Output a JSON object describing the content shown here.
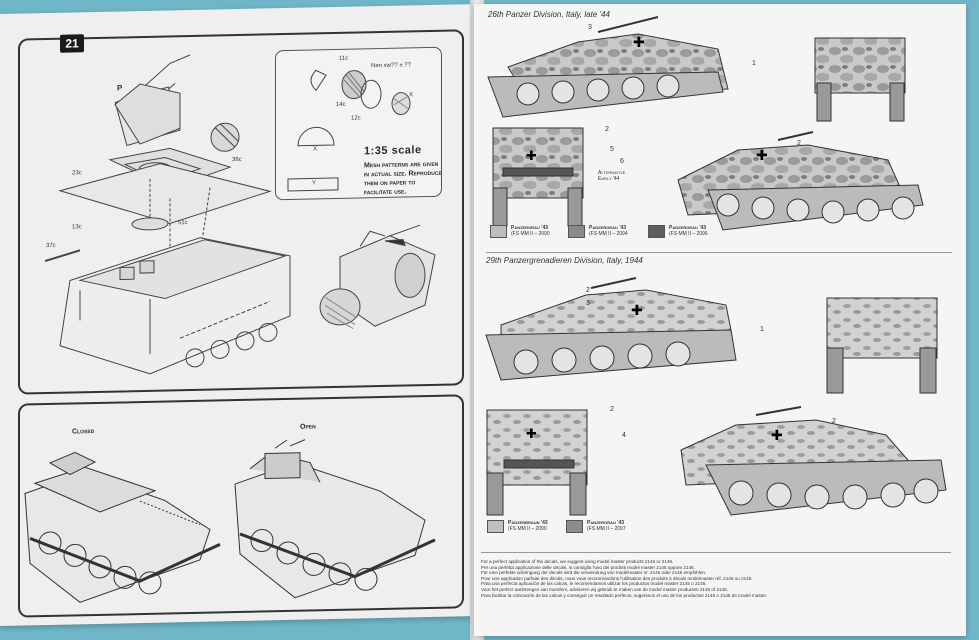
{
  "left_page": {
    "step_number": "21",
    "callout": {
      "scale_title": "1:35 scale",
      "scale_text": "Mesh patterns are given in actual size. Reproduce them on paper to facilitate use.",
      "part_labels": [
        "11c",
        "14c",
        "12c",
        "X",
        "Y"
      ],
      "question": "Nen xw?? ± ??"
    },
    "part_labels": [
      "P",
      "23c",
      "36c",
      "13c",
      "51c",
      "37c"
    ],
    "bottom_panel": {
      "closed_label": "Closed",
      "open_label": "Open"
    }
  },
  "right_page": {
    "section1": {
      "title": "26th Panzer Division, Italy, late '44",
      "alt_label": "Alternative Early '44",
      "numbers": [
        "3",
        "1",
        "2",
        "5",
        "6",
        "2"
      ],
      "swatches": [
        {
          "name": "Panzergrau '43",
          "code": "(FS MM II – 2090",
          "color": "#bdbdbd"
        },
        {
          "name": "Panzergrau '43",
          "code": "(FS MM II – 2094",
          "color": "#8a8a8a"
        },
        {
          "name": "Panzergrau '43",
          "code": "(FS MM II – 2096",
          "color": "#5e5e5e"
        }
      ]
    },
    "section2": {
      "title": "29th Panzergrenadieren Division, Italy, 1944",
      "numbers": [
        "2",
        "3",
        "1",
        "2",
        "4",
        "2"
      ],
      "swatches": [
        {
          "name": "Panzerbraun '43",
          "code": "(FS MM II – 2090",
          "color": "#bfbfbf"
        },
        {
          "name": "Panzergrau '43",
          "code": "(FS MM II – 2097",
          "color": "#8c8c8c"
        }
      ]
    },
    "footer_lines": [
      "For a perfect application of the decals, we suggest using model master products 2145 or 2146.",
      "Per una perfetta applicazione delle decals, si consiglia l'uso dei prodotti model master 2145 oppure 2146.",
      "Für eine perfekte anbringung der decals wird die verwendung von modelmaster nr. 2145 oder 2146 empfohlen.",
      "Pour une application parfaite des décals, nous vous recommandons l'utilisation des produits à décals modelmaster réf. 2145 ou 2146.",
      "Para una perfecta aplicación de las calcas, le recomendamos utilizar los productos model master 2145 o 2146.",
      "Voor het perfect aanbrengen van transfers, adviseren wij gebruik te maken van de model master producten 2145 of 2146.",
      "Para facilitar la colocación de las calcas y conseguir un resultado perfecto, sugerimos el uso de los productos 2145 o 2146 de model master."
    ]
  }
}
